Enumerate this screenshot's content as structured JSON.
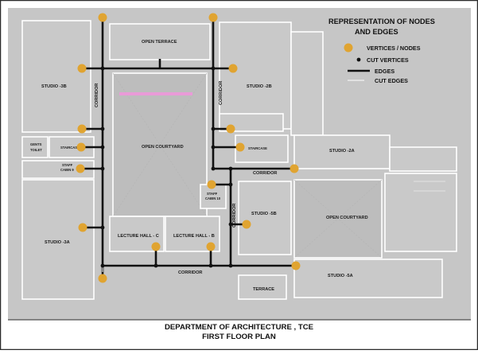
{
  "legend": {
    "title_line1": "REPRESENTATION OF NODES",
    "title_line2": "AND EDGES",
    "items": {
      "nodes": "VERTICES / NODES",
      "cut_vertices": "CUT VERTICES",
      "edges": "EDGES",
      "cut_edges": "CUT EDGES"
    }
  },
  "caption": {
    "line1": "DEPARTMENT OF ARCHITECTURE , TCE",
    "line2": "FIRST FLOOR PLAN"
  },
  "rooms": {
    "open_terrace": "OPEN TERRACE",
    "studio_3b": "STUDIO -3B",
    "studio_2b": "STUDIO -2B",
    "gents_toilet_1": "GENTS",
    "gents_toilet_2": "TOILET",
    "staircase_left": "STAIRCASE",
    "staff_cabin_9_1": "STAFF",
    "staff_cabin_9_2": "CABIN 9",
    "open_courtyard_left": "OPEN COURTYARD",
    "staircase_right": "STAIRCASE",
    "studio_2a": "STUDIO -2A",
    "staff_cabin_10_1": "STAFF",
    "staff_cabin_10_2": "CABIN 10",
    "studio_3a": "STUDIO -3A",
    "lecture_hall_c": "LECTURE HALL - C",
    "lecture_hall_b": "LECTURE HALL - B",
    "studio_5b": "STUDIO -5B",
    "open_courtyard_right": "OPEN COURTYARD",
    "studio_5a": "STUDIO -5A",
    "terrace": "TERRACE"
  },
  "corridors": {
    "left_vertical": "CORRIDOR",
    "middle_vertical": "CORRIDOR",
    "upper_horizontal": "CORRIDOR",
    "lower_vertical": "CORRIDOR",
    "bottom_horizontal": "CORRIDOR"
  },
  "colors": {
    "node": "#e0a431",
    "cut_vertex": "#111111",
    "edge": "#111111",
    "room_fill": "#c9c9c9",
    "wall": "#ffffff"
  }
}
